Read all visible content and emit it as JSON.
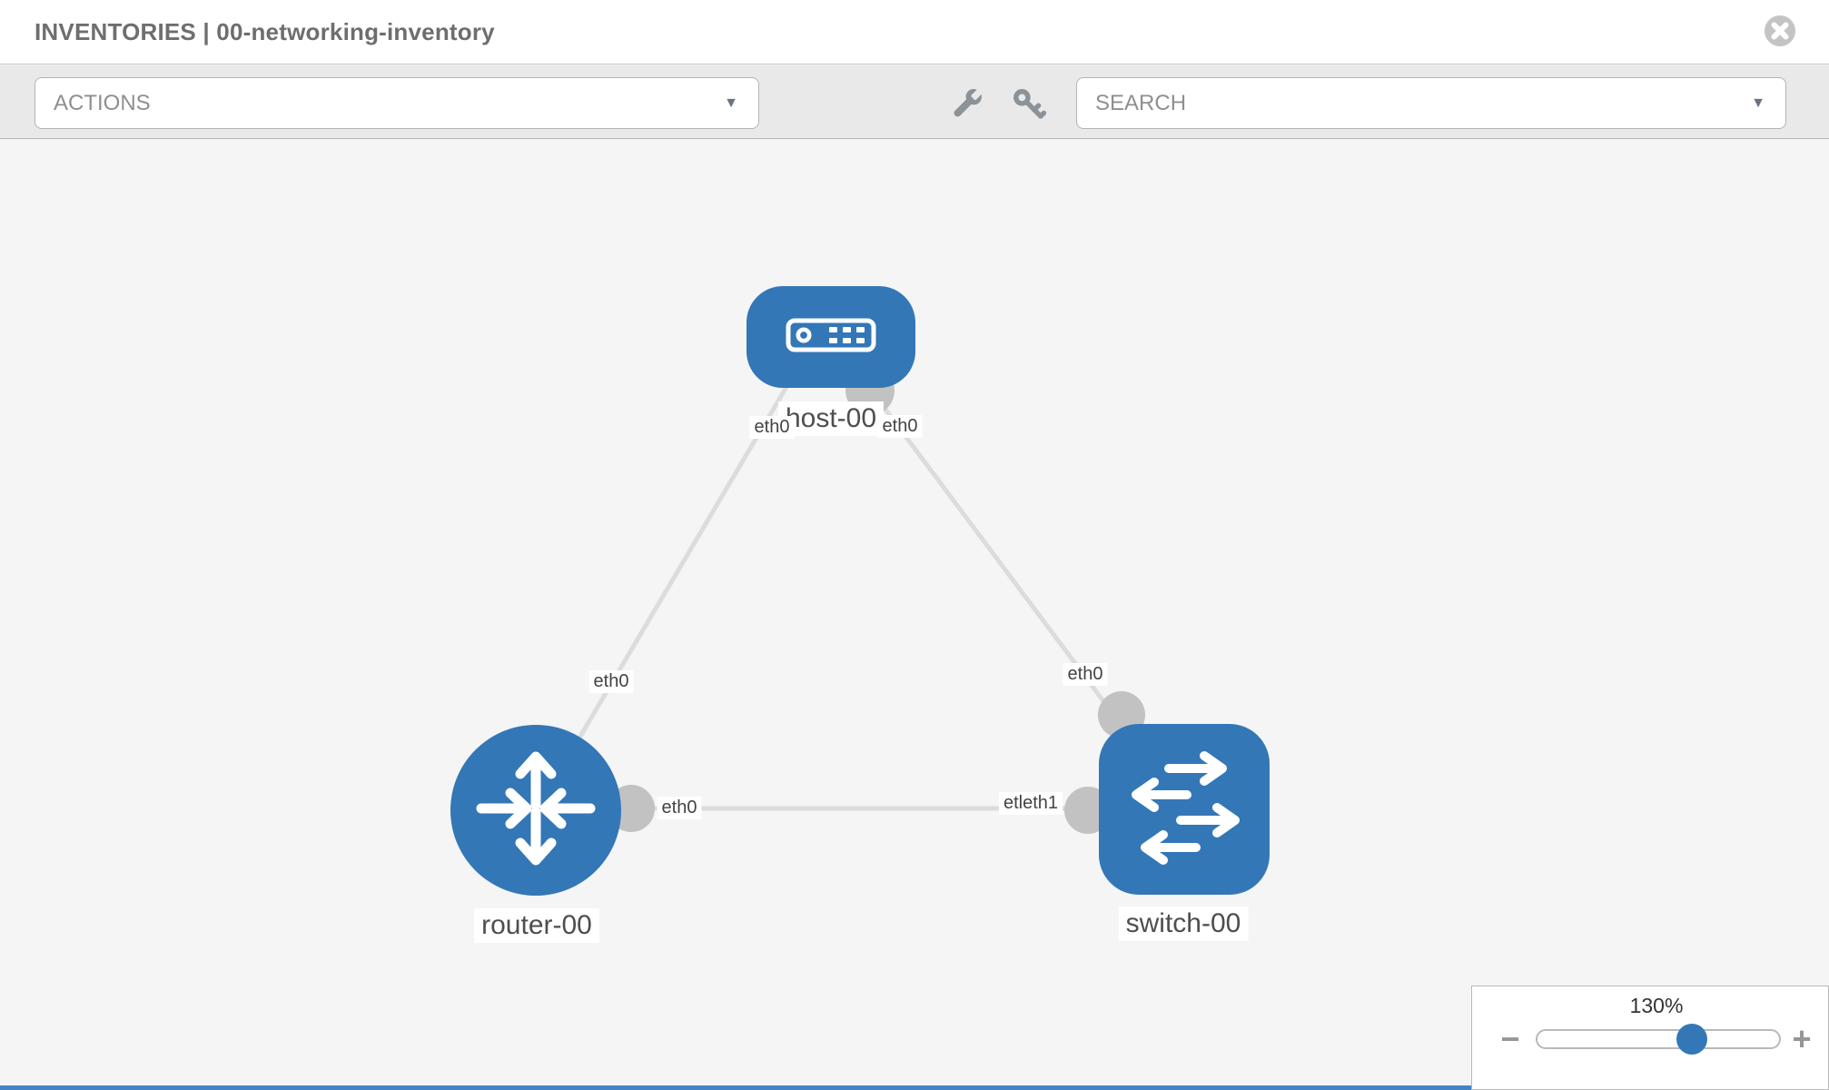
{
  "header": {
    "title": "INVENTORIES | 00-networking-inventory"
  },
  "toolbar": {
    "actions": {
      "label": "ACTIONS",
      "caret_icon": "▼"
    },
    "search": {
      "label": "SEARCH",
      "caret_icon": "▼"
    },
    "wrench_icon": "wrench",
    "key_icon": "key"
  },
  "topology": {
    "nodes": [
      {
        "id": "host-00",
        "type": "host",
        "label": "host-00"
      },
      {
        "id": "router-00",
        "type": "router",
        "label": "router-00"
      },
      {
        "id": "switch-00",
        "type": "switch",
        "label": "switch-00"
      }
    ],
    "links": [
      {
        "from": "host-00",
        "to": "router-00",
        "endpoints": [
          {
            "node": "host-00",
            "label": "eth0"
          },
          {
            "node": "router-00",
            "label": "eth0"
          }
        ]
      },
      {
        "from": "host-00",
        "to": "switch-00",
        "endpoints": [
          {
            "node": "host-00",
            "label": "eth0"
          },
          {
            "node": "switch-00",
            "label": "eth0"
          }
        ]
      },
      {
        "from": "router-00",
        "to": "switch-00",
        "endpoints": [
          {
            "node": "router-00",
            "label": "eth0"
          },
          {
            "node": "switch-00",
            "label": "etleth1"
          }
        ]
      }
    ]
  },
  "zoom_control": {
    "value": "130%",
    "percent": 130,
    "minus_icon": "−",
    "plus_icon": "+"
  },
  "colors": {
    "node_blue": "#3377b7",
    "link_gray": "#dcdcdc",
    "connector_gray": "#c2c2c2",
    "toolbar_gray": "#e9e9e9",
    "accent_strip_blue": "#4484c4"
  }
}
